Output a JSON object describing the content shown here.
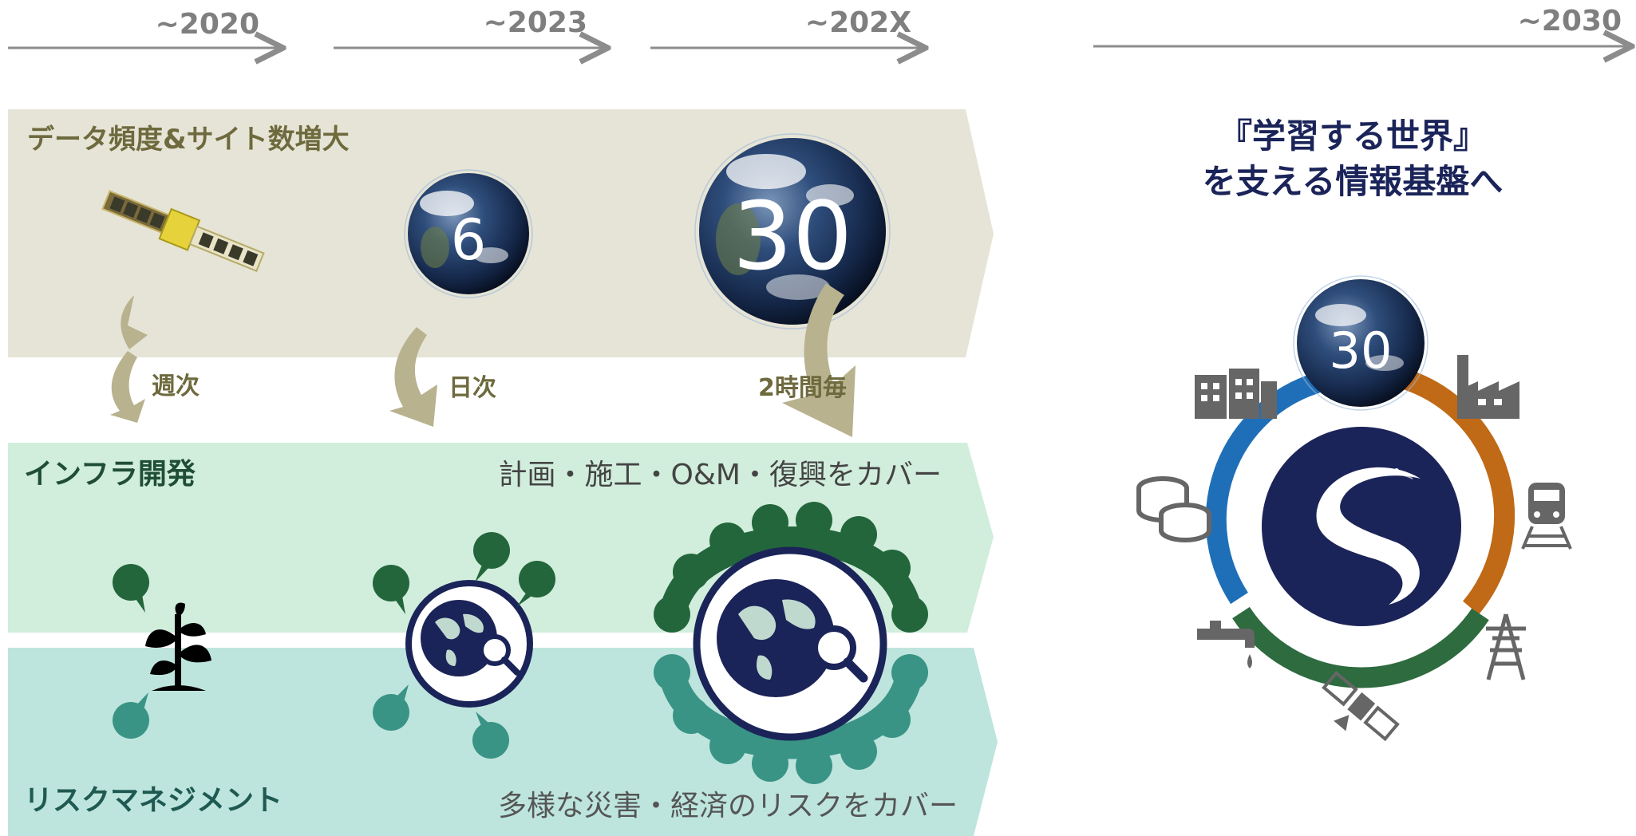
{
  "timeline": {
    "label_2020": "~2020",
    "label_2023": "~2023",
    "label_202x": "~202X",
    "label_2030": "~2030",
    "arrow_color": "#8c8c8c"
  },
  "data_band": {
    "title": "データ頻度&サイト数増大",
    "satellite_count_2023": "6",
    "satellite_count_202x": "30",
    "band_color": "#e6e4d6",
    "accent_color": "#6e6a3e"
  },
  "frequency": {
    "weekly": "週次",
    "daily": "日次",
    "two_hourly": "2時間毎",
    "arrow_color": "#b8b28e"
  },
  "infra_band": {
    "title": "インフラ開発",
    "caption": "計画・施工・O&M・復興をカバー",
    "band_color": "#d1eddc",
    "dot_color": "#23663b"
  },
  "risk_band": {
    "title": "リスクマネジメント",
    "caption": "多様な災害・経済のリスクをカバー",
    "band_color": "#bde5dd",
    "dot_color": "#3a9486"
  },
  "vision": {
    "line1": "『学習する世界』",
    "line2": "を支える情報基盤へ",
    "globe_count": "30",
    "title_color": "#1b2459",
    "ring_colors": [
      "#1f6fb8",
      "#c06a17",
      "#2e6b3f"
    ],
    "icons": [
      "building-icon",
      "factory-icon",
      "coins-icon",
      "train-icon",
      "faucet-icon",
      "power-tower-icon",
      "satellite-icon",
      "logo-icon"
    ]
  }
}
